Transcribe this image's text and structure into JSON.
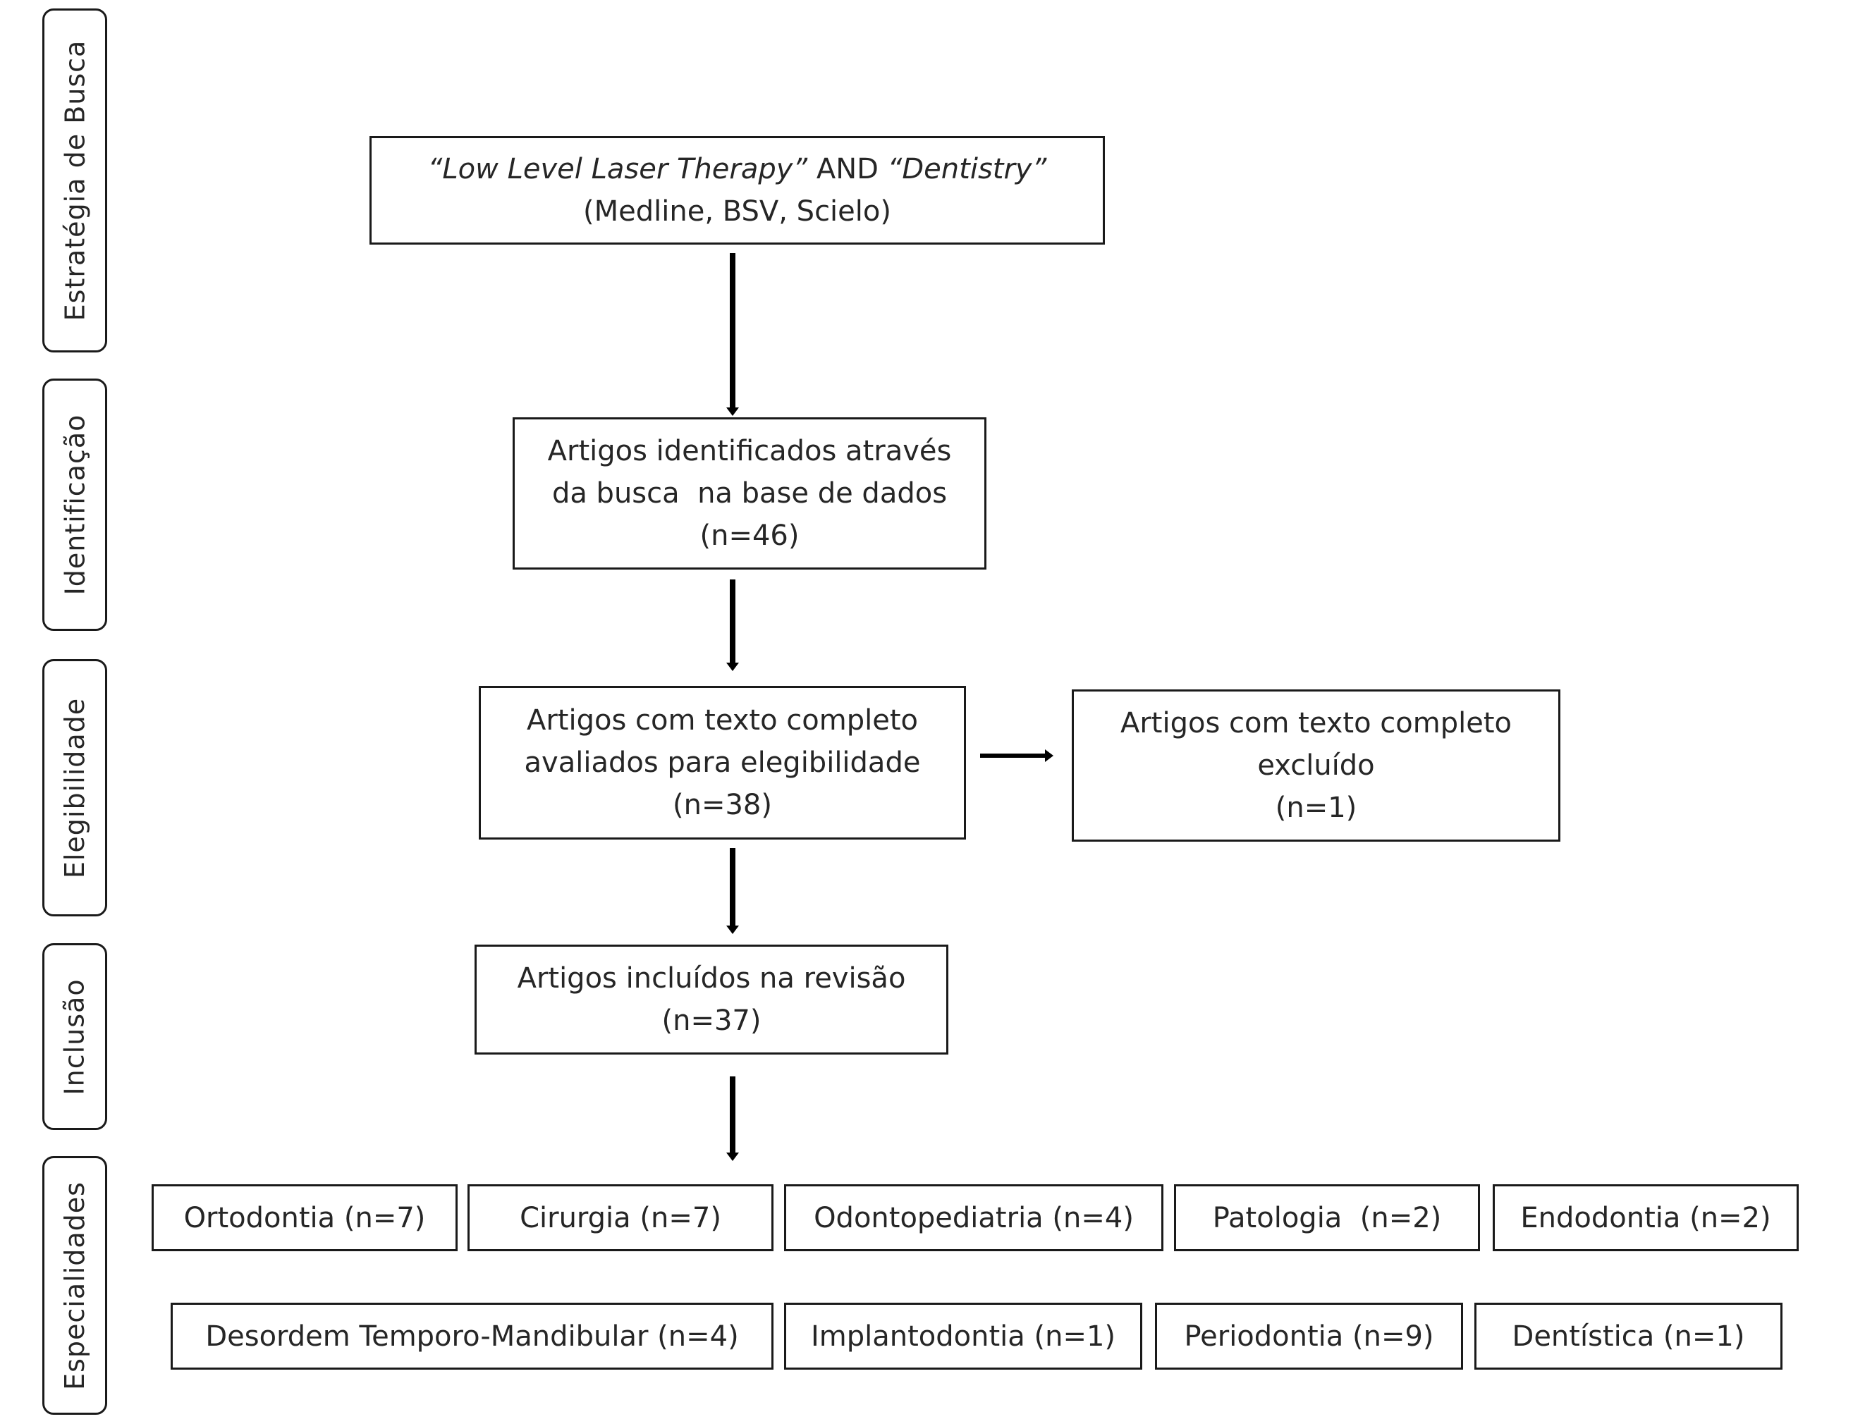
{
  "stages": [
    {
      "key": "busca",
      "label": "Estratégia de Busca"
    },
    {
      "key": "identificacao",
      "label": "Identificação"
    },
    {
      "key": "elegibilidade",
      "label": "Elegibilidade"
    },
    {
      "key": "inclusao",
      "label": "Inclusão"
    },
    {
      "key": "especialidades",
      "label": "Especialidades"
    }
  ],
  "search": {
    "term1": "“Low Level Laser Therapy”",
    "connector": " AND ",
    "term2": "“Dentistry”",
    "databases": "(Medline, BSV, Scielo)"
  },
  "identified": {
    "line1": "Artigos identificados através",
    "line2": "da busca  na base de dados",
    "count": "(n=46)"
  },
  "eligibility": {
    "line1": "Artigos com texto completo",
    "line2": "avaliados para elegibilidade",
    "count": "(n=38)"
  },
  "excluded": {
    "line1": "Artigos com texto completo",
    "line2": "excluído",
    "count": "(n=1)"
  },
  "included": {
    "line1": "Artigos incluídos na revisão",
    "count": "(n=37)"
  },
  "specialties_row1": [
    "Ortodontia (n=7)",
    "Cirurgia (n=7)",
    "Odontopediatria (n=4)",
    "Patologia  (n=2)",
    "Endodontia (n=2)"
  ],
  "specialties_row2": [
    "Desordem Temporo-Mandibular (n=4)",
    "Implantodontia (n=1)",
    "Periodontia (n=9)",
    "Dentística (n=1)"
  ]
}
